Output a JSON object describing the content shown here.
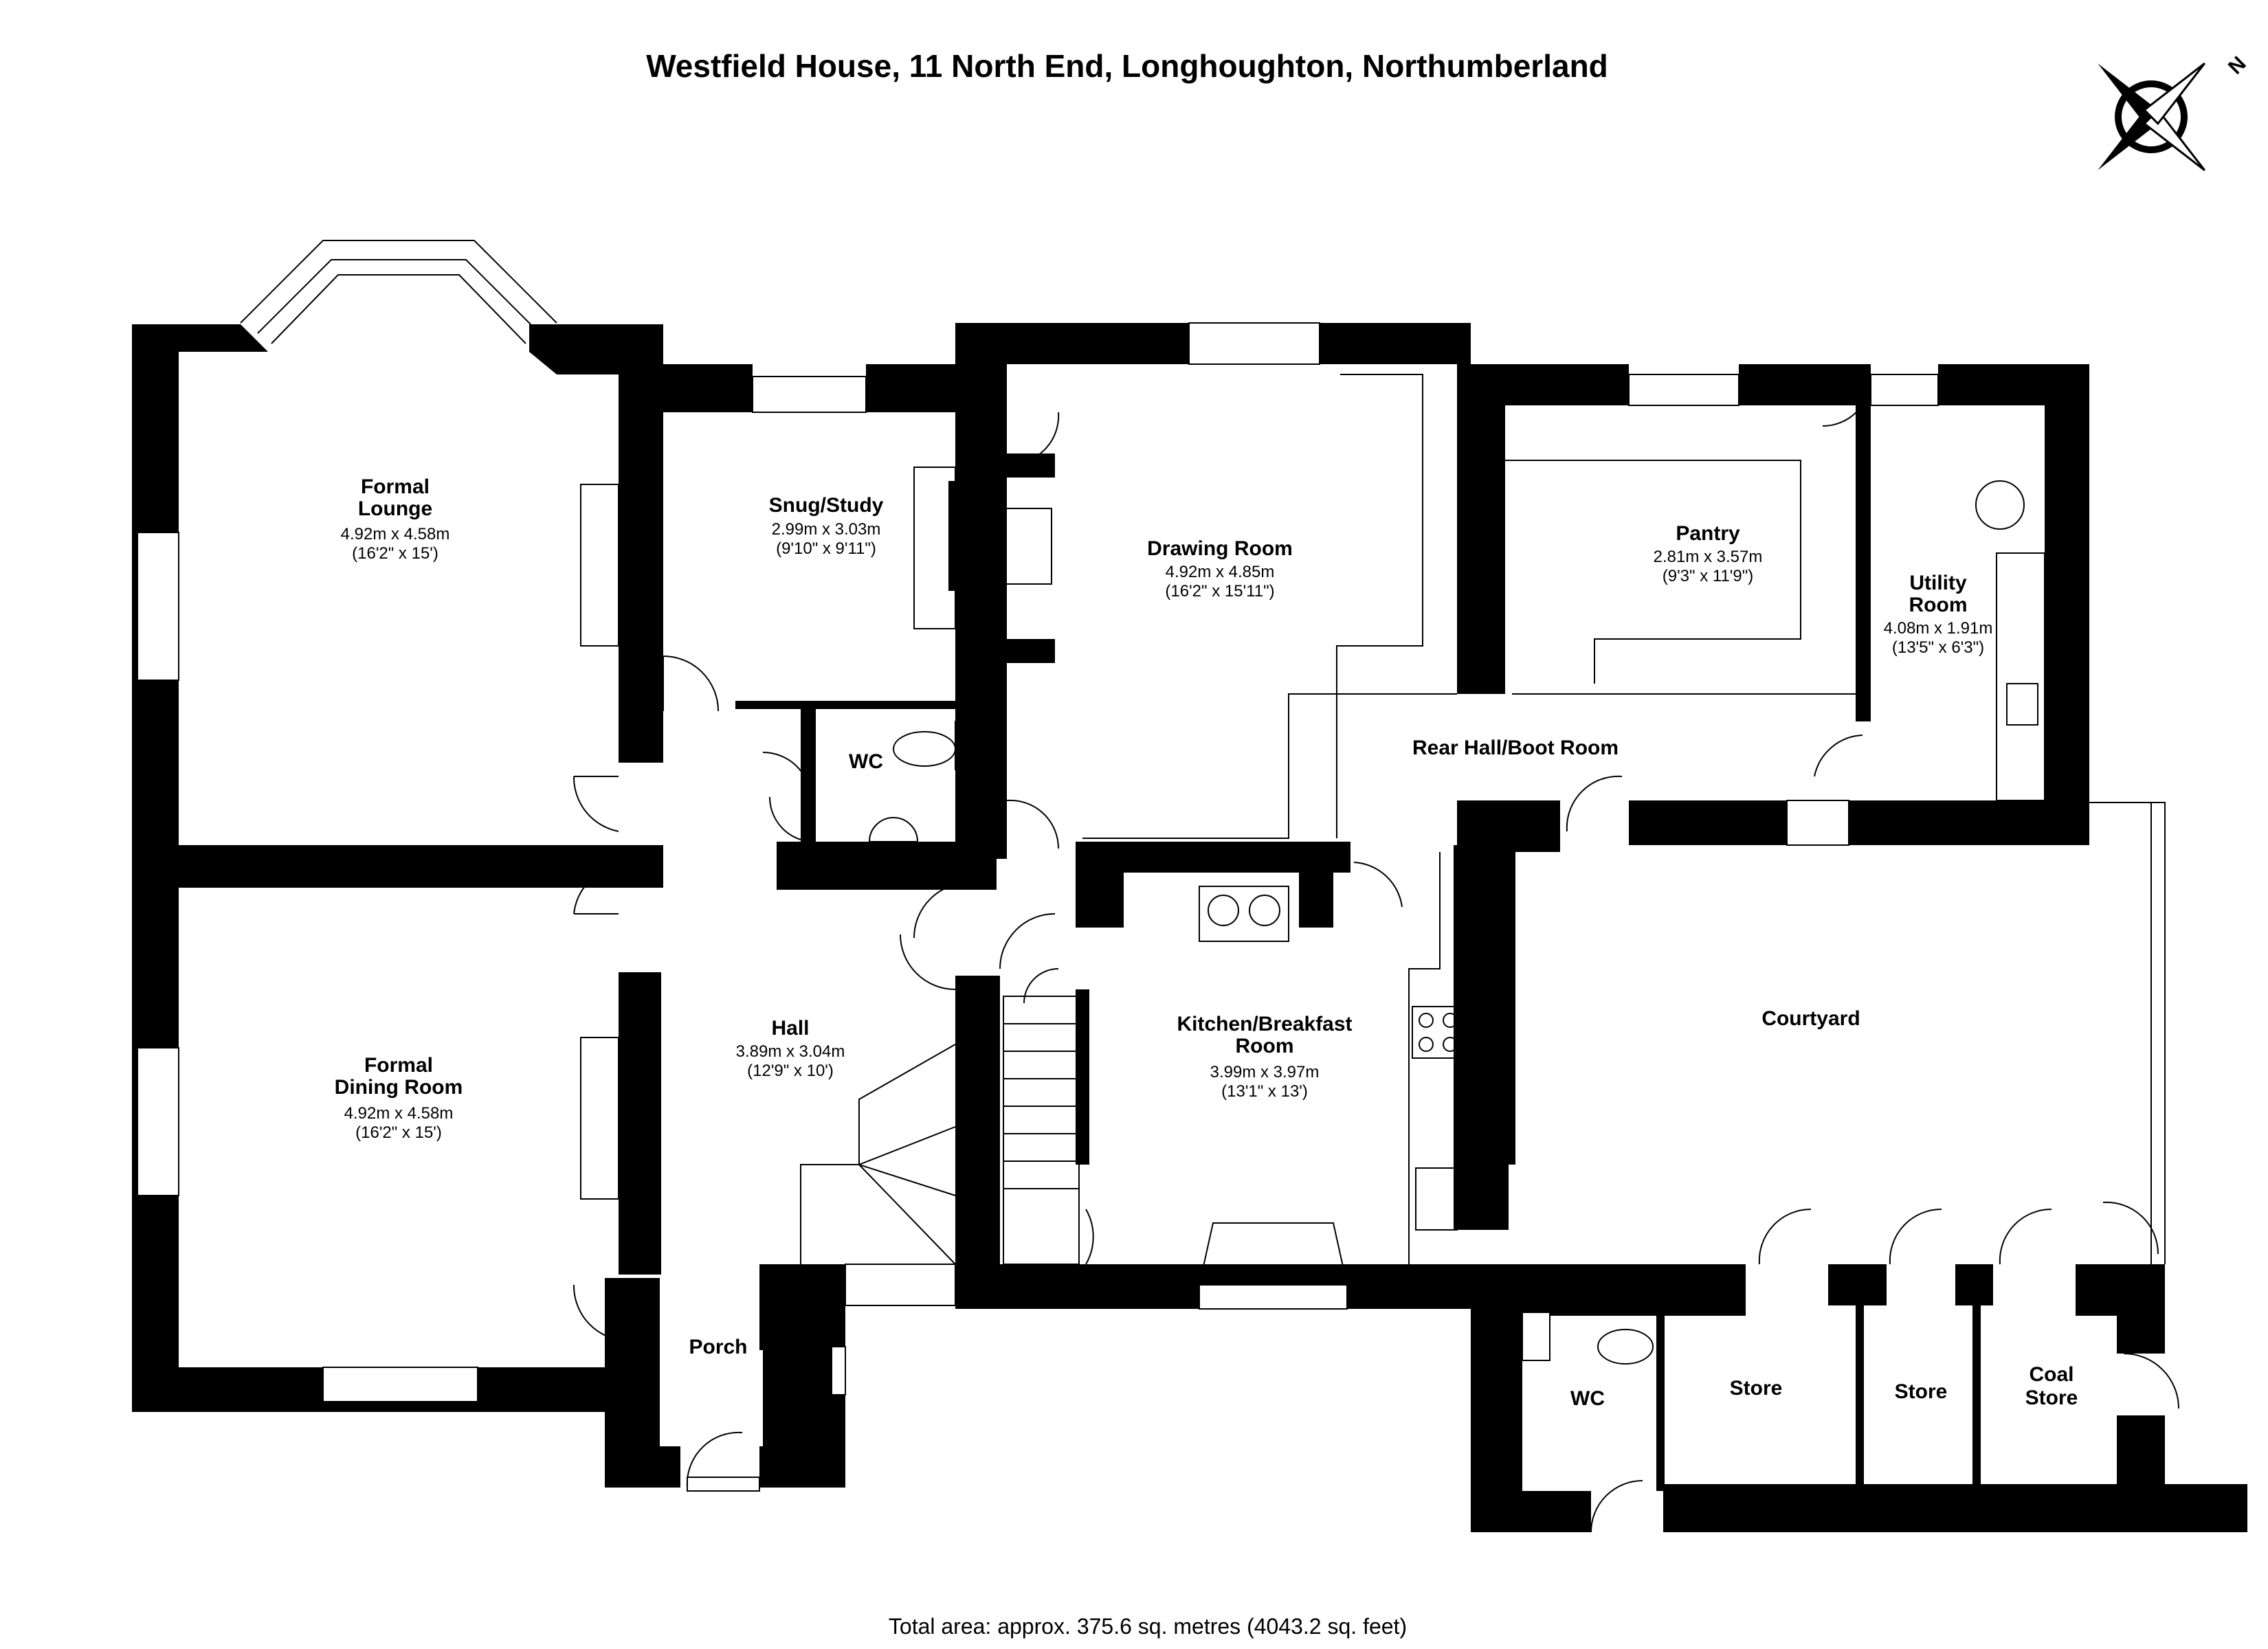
{
  "title": "Westfield House, 11 North End, Longhoughton, Northumberland",
  "footer": "Total area: approx. 375.6 sq. metres (4043.2 sq. feet)",
  "compass": {
    "icon": "compass-icon",
    "letter": "N"
  },
  "rooms": {
    "formal_lounge": {
      "name1": "Formal",
      "name2": "Lounge",
      "metric": "4.92m x 4.58m",
      "imperial": "(16'2\" x 15')"
    },
    "snug_study": {
      "name": "Snug/Study",
      "metric": "2.99m x 3.03m",
      "imperial": "(9'10\" x 9'11\")"
    },
    "drawing_room": {
      "name": "Drawing Room",
      "metric": "4.92m x 4.85m",
      "imperial": "(16'2\" x 15'11\")"
    },
    "pantry": {
      "name": "Pantry",
      "metric": "2.81m x 3.57m",
      "imperial": "(9'3\" x 11'9\")"
    },
    "utility_room": {
      "name1": "Utility",
      "name2": "Room",
      "metric": "4.08m x 1.91m",
      "imperial": "(13'5\" x 6'3\")"
    },
    "wc_main": {
      "name": "WC"
    },
    "rear_hall": {
      "name": "Rear Hall/Boot Room"
    },
    "formal_dining": {
      "name1": "Formal",
      "name2": "Dining Room",
      "metric": "4.92m x 4.58m",
      "imperial": "(16'2\" x 15')"
    },
    "hall": {
      "name": "Hall",
      "metric": "3.89m x 3.04m",
      "imperial": "(12'9\" x 10')"
    },
    "kitchen": {
      "name1": "Kitchen/Breakfast",
      "name2": "Room",
      "metric": "3.99m x 3.97m",
      "imperial": "(13'1\" x 13')"
    },
    "courtyard": {
      "name": "Courtyard"
    },
    "porch": {
      "name": "Porch"
    },
    "wc_outside": {
      "name": "WC"
    },
    "store1": {
      "name": "Store"
    },
    "store2": {
      "name": "Store"
    },
    "coal_store": {
      "name1": "Coal",
      "name2": "Store"
    }
  }
}
